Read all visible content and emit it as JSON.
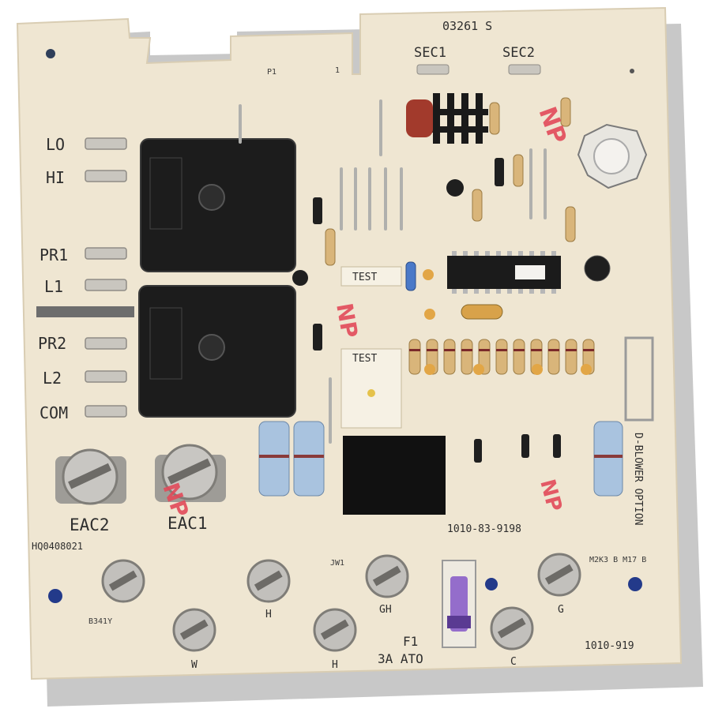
{
  "board": {
    "colors": {
      "board": "#efe6d2",
      "shadow": "#8a8a8a",
      "relay": "#1c1c1c",
      "terminal": "#b9b9b6",
      "markup": "#e24a5a",
      "fuse": "#8a5fc9"
    },
    "header_id": "03261 S",
    "top_small": [
      "P1",
      "1"
    ],
    "left_labels": [
      "LO",
      "HI",
      "PR1",
      "L1",
      "PR2",
      "L2",
      "COM"
    ],
    "sec_labels": [
      "SEC1",
      "SEC2"
    ],
    "test_labels": [
      "TEST",
      "TEST"
    ],
    "bottom_left_code": "HQ0408021",
    "part_number_mid": "1010-83-9198",
    "part_number_right": "1010-919",
    "eac_labels": [
      "EAC2",
      "EAC1"
    ],
    "terminal_labels": [
      "W",
      "H",
      "H",
      "GH",
      "C",
      "G"
    ],
    "fuse_label": "F1",
    "fuse_rating": "3A ATO",
    "blower_option": "D-BLOWER OPTION",
    "np_mark": "NP",
    "dot_code": "B341Y",
    "jw_label": "JW1",
    "small_right": "M2K3 B M17 B"
  }
}
